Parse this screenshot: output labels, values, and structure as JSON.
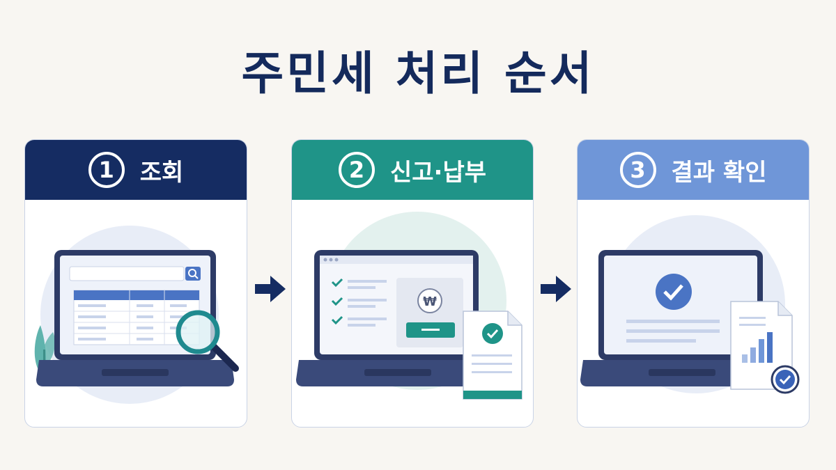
{
  "title": "주민세 처리 순서",
  "steps": [
    {
      "number": "1",
      "label": "조회",
      "color": "#152c62"
    },
    {
      "number": "2",
      "label": "신고·납부",
      "color": "#1f9488"
    },
    {
      "number": "3",
      "label": "결과 확인",
      "color": "#6f96d8"
    }
  ],
  "currency_symbol": "₩",
  "colors": {
    "navy": "#152c62",
    "teal": "#1f9488",
    "blue": "#6f96d8",
    "background": "#f8f6f2"
  }
}
